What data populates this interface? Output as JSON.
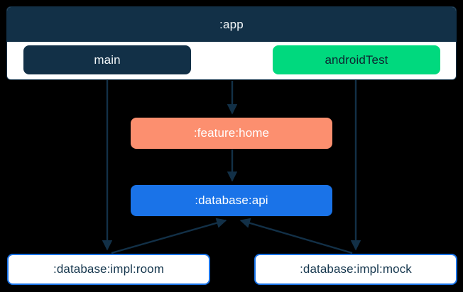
{
  "diagram": {
    "type": "dependency-graph",
    "background_color": "#000000",
    "subgraph": {
      "label": ":app",
      "header_color": "#123047",
      "body_color": "#ffffff",
      "border_color": "#123047"
    },
    "nodes": [
      {
        "id": "main",
        "label": "main",
        "fill": "#123047",
        "text_color": "#f4f8fa",
        "shape": "rounded-rect"
      },
      {
        "id": "androidTest",
        "label": "androidTest",
        "fill": "#00d97e",
        "text_color": "#0d2430",
        "shape": "rounded-rect"
      },
      {
        "id": "feature-home",
        "label": ":feature:home",
        "fill": "#fc8f6f",
        "text_color": "#ffffff",
        "shape": "rounded-rect"
      },
      {
        "id": "database-api",
        "label": ":database:api",
        "fill": "#1a73e8",
        "text_color": "#ffffff",
        "shape": "rounded-rect"
      },
      {
        "id": "database-impl-room",
        "label": ":database:impl:room",
        "fill": "#ffffff",
        "text_color": "#16374e",
        "border": "#1a73e8",
        "shape": "rounded-rect"
      },
      {
        "id": "database-impl-mock",
        "label": ":database:impl:mock",
        "fill": "#ffffff",
        "text_color": "#16374e",
        "border": "#1a73e8",
        "shape": "rounded-rect"
      }
    ],
    "edges": [
      {
        "from": "main",
        "to": "database-impl-room",
        "style": "solid",
        "color": "#123047"
      },
      {
        "from": "app",
        "to": "feature-home",
        "style": "solid",
        "color": "#123047"
      },
      {
        "from": "androidTest",
        "to": "database-impl-mock",
        "style": "solid",
        "color": "#123047"
      },
      {
        "from": "feature-home",
        "to": "database-api",
        "style": "solid",
        "color": "#123047"
      },
      {
        "from": "database-impl-room",
        "to": "database-api",
        "style": "solid",
        "color": "#123047"
      },
      {
        "from": "database-impl-mock",
        "to": "database-api",
        "style": "solid",
        "color": "#123047"
      }
    ],
    "edge_color": "#123047"
  }
}
